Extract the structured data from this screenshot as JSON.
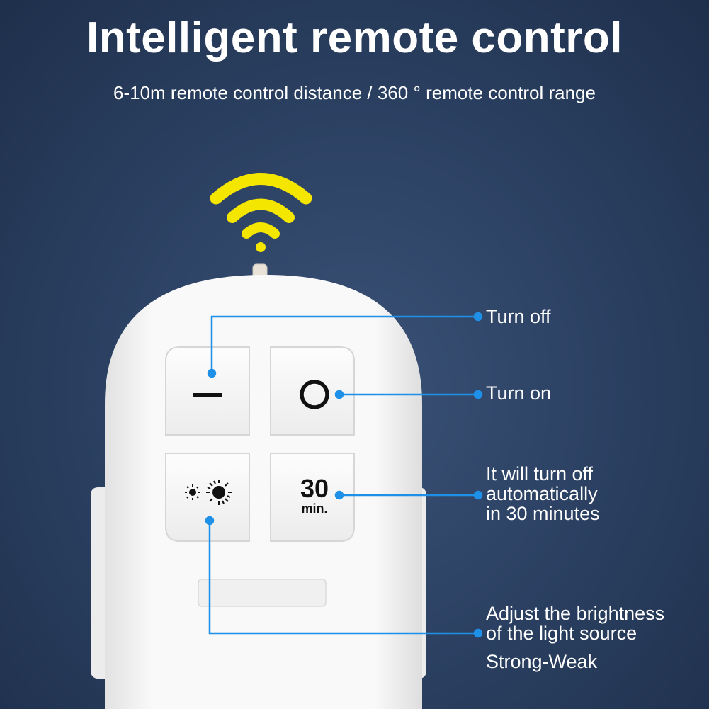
{
  "header": {
    "title": "Intelligent remote control",
    "subtitle": "6-10m remote control distance / 360 ° remote control range"
  },
  "remote": {
    "timer_button_number": "30",
    "timer_button_unit": "min."
  },
  "callouts": {
    "turn_off": "Turn off",
    "turn_on": "Turn on",
    "timer_line1": "It will turn off",
    "timer_line2": "automatically",
    "timer_line3": "in 30 minutes",
    "brightness_line1": "Adjust the brightness",
    "brightness_line2": "of the light source",
    "brightness_line3": "Strong-Weak"
  },
  "colors": {
    "background": "#2a3f60",
    "signal": "#f5e600",
    "leader_line": "#1e90e8",
    "remote_body": "#f7f7f7"
  },
  "icons": [
    "wifi-signal-icon",
    "minus-icon",
    "circle-icon",
    "brightness-icon"
  ]
}
